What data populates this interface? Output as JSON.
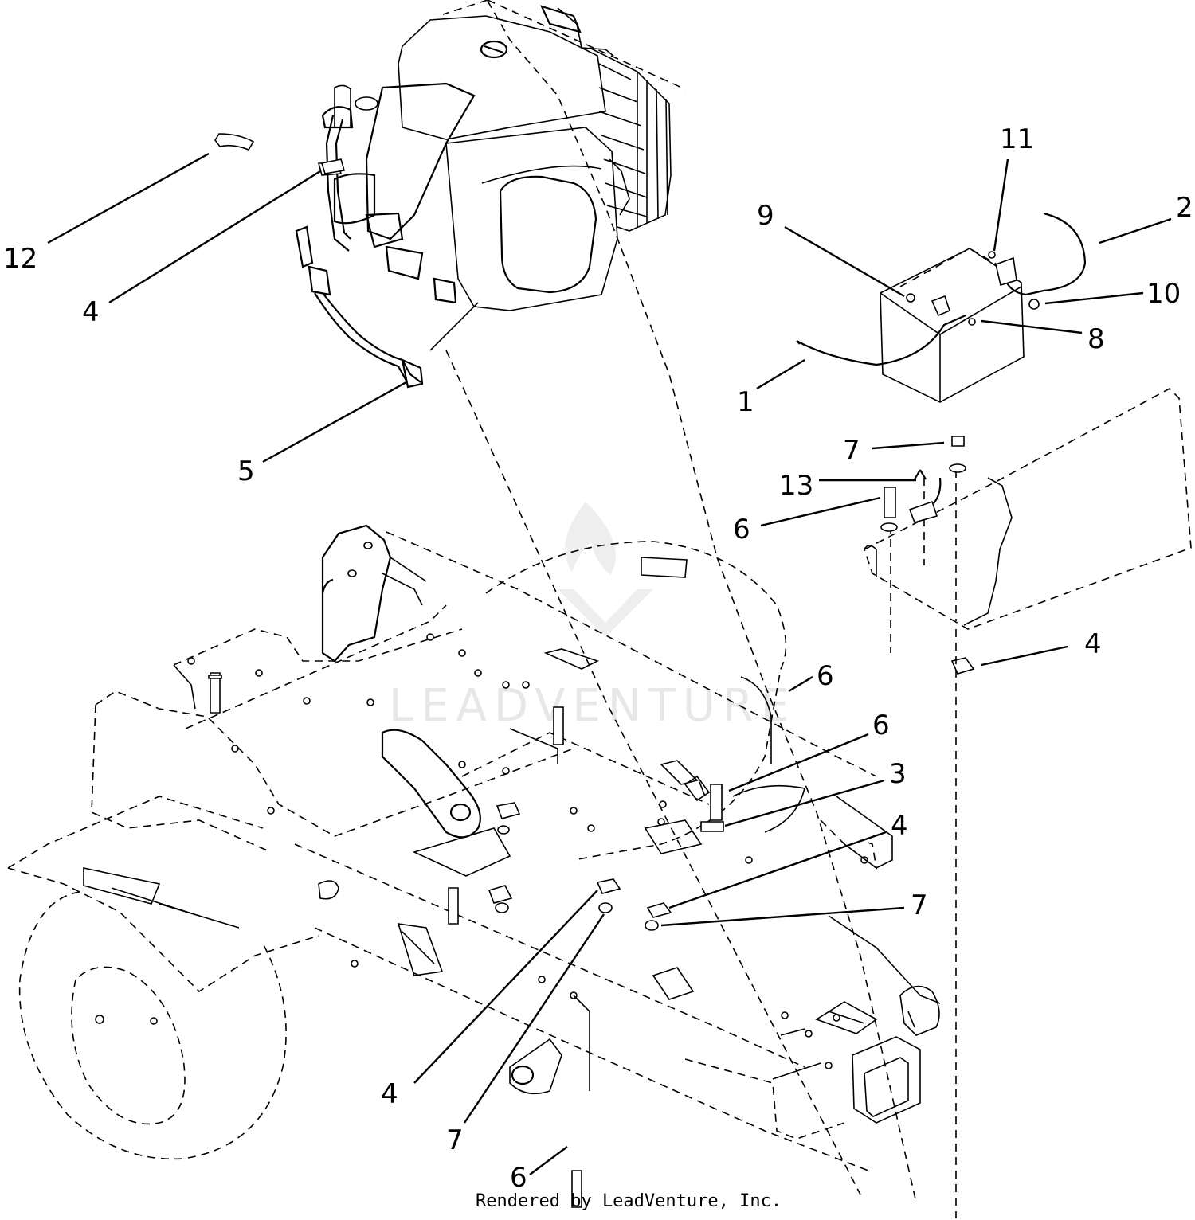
{
  "diagram": {
    "callouts": [
      {
        "id": "c12",
        "label": "12",
        "part": "clamp"
      },
      {
        "id": "c4a",
        "label": "4",
        "part": "clip-engine"
      },
      {
        "id": "c5",
        "label": "5",
        "part": "harness-terminal"
      },
      {
        "id": "c11",
        "label": "11",
        "part": "battery-terminal-bolt"
      },
      {
        "id": "c9",
        "label": "9",
        "part": "battery-terminal-nut"
      },
      {
        "id": "c2",
        "label": "2",
        "part": "positive-cable"
      },
      {
        "id": "c10",
        "label": "10",
        "part": "terminal-cap"
      },
      {
        "id": "c8",
        "label": "8",
        "part": "battery-post"
      },
      {
        "id": "c1",
        "label": "1",
        "part": "negative-cable"
      },
      {
        "id": "c7a",
        "label": "7",
        "part": "nut-tray"
      },
      {
        "id": "c13",
        "label": "13",
        "part": "relay-wire"
      },
      {
        "id": "c6a",
        "label": "6",
        "part": "bolt-tray"
      },
      {
        "id": "c4b",
        "label": "4",
        "part": "clip-tray"
      },
      {
        "id": "c6b",
        "label": "6",
        "part": "bolt-frame-upper"
      },
      {
        "id": "c6c",
        "label": "6",
        "part": "bolt-frame-mid"
      },
      {
        "id": "c3",
        "label": "3",
        "part": "ground-strap"
      },
      {
        "id": "c4c",
        "label": "4",
        "part": "clip-frame-right"
      },
      {
        "id": "c7b",
        "label": "7",
        "part": "nut-frame-right"
      },
      {
        "id": "c4d",
        "label": "4",
        "part": "clip-frame-center"
      },
      {
        "id": "c7c",
        "label": "7",
        "part": "nut-frame-center"
      },
      {
        "id": "c6d",
        "label": "6",
        "part": "bolt-frame-lower"
      }
    ]
  },
  "footer": {
    "credit": "Rendered by LeadVenture, Inc."
  },
  "watermark": {
    "text": "LEADVENTURE"
  }
}
